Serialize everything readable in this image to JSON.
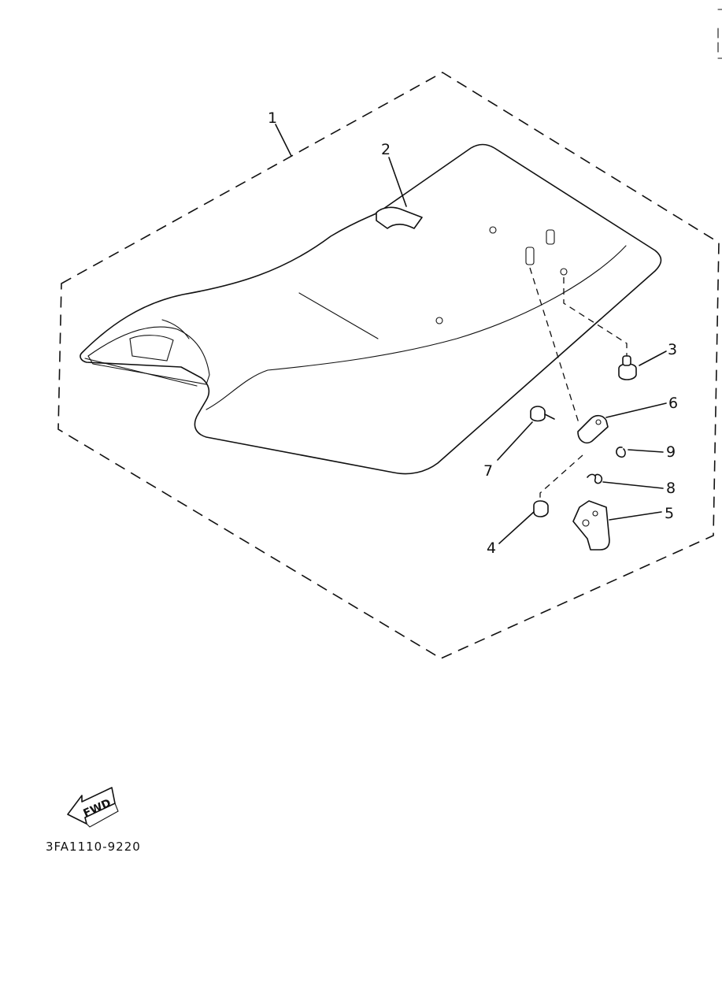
{
  "callouts": [
    {
      "id": "1",
      "label": "1"
    },
    {
      "id": "2",
      "label": "2"
    },
    {
      "id": "3",
      "label": "3"
    },
    {
      "id": "4",
      "label": "4"
    },
    {
      "id": "5",
      "label": "5"
    },
    {
      "id": "6",
      "label": "6"
    },
    {
      "id": "7",
      "label": "7"
    },
    {
      "id": "8",
      "label": "8"
    },
    {
      "id": "9",
      "label": "9"
    }
  ],
  "fwd_label": "FWD",
  "drawing_code": "3FA1110-9220"
}
